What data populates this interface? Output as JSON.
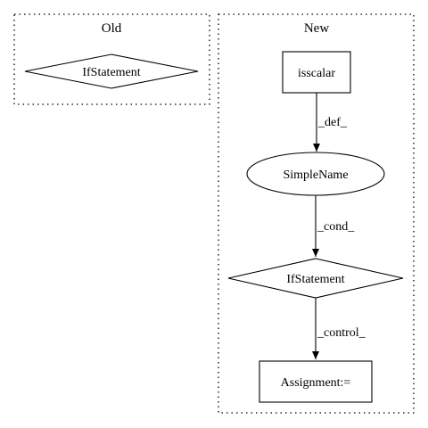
{
  "clusters": {
    "old": {
      "label": "Old"
    },
    "new": {
      "label": "New"
    }
  },
  "nodes": {
    "old_if": {
      "label": "IfStatement",
      "shape": "diamond"
    },
    "isscalar": {
      "label": "isscalar",
      "shape": "box"
    },
    "simplename": {
      "label": "SimpleName",
      "shape": "ellipse"
    },
    "new_if": {
      "label": "IfStatement",
      "shape": "diamond"
    },
    "assignment": {
      "label": "Assignment:=",
      "shape": "box"
    }
  },
  "edges": {
    "def": {
      "from": "isscalar",
      "to": "simplename",
      "label": "_def_"
    },
    "cond": {
      "from": "simplename",
      "to": "new_if",
      "label": "_cond_"
    },
    "control": {
      "from": "new_if",
      "to": "assignment",
      "label": "_control_"
    }
  },
  "colors": {
    "stroke": "#000000",
    "background": "#ffffff"
  }
}
